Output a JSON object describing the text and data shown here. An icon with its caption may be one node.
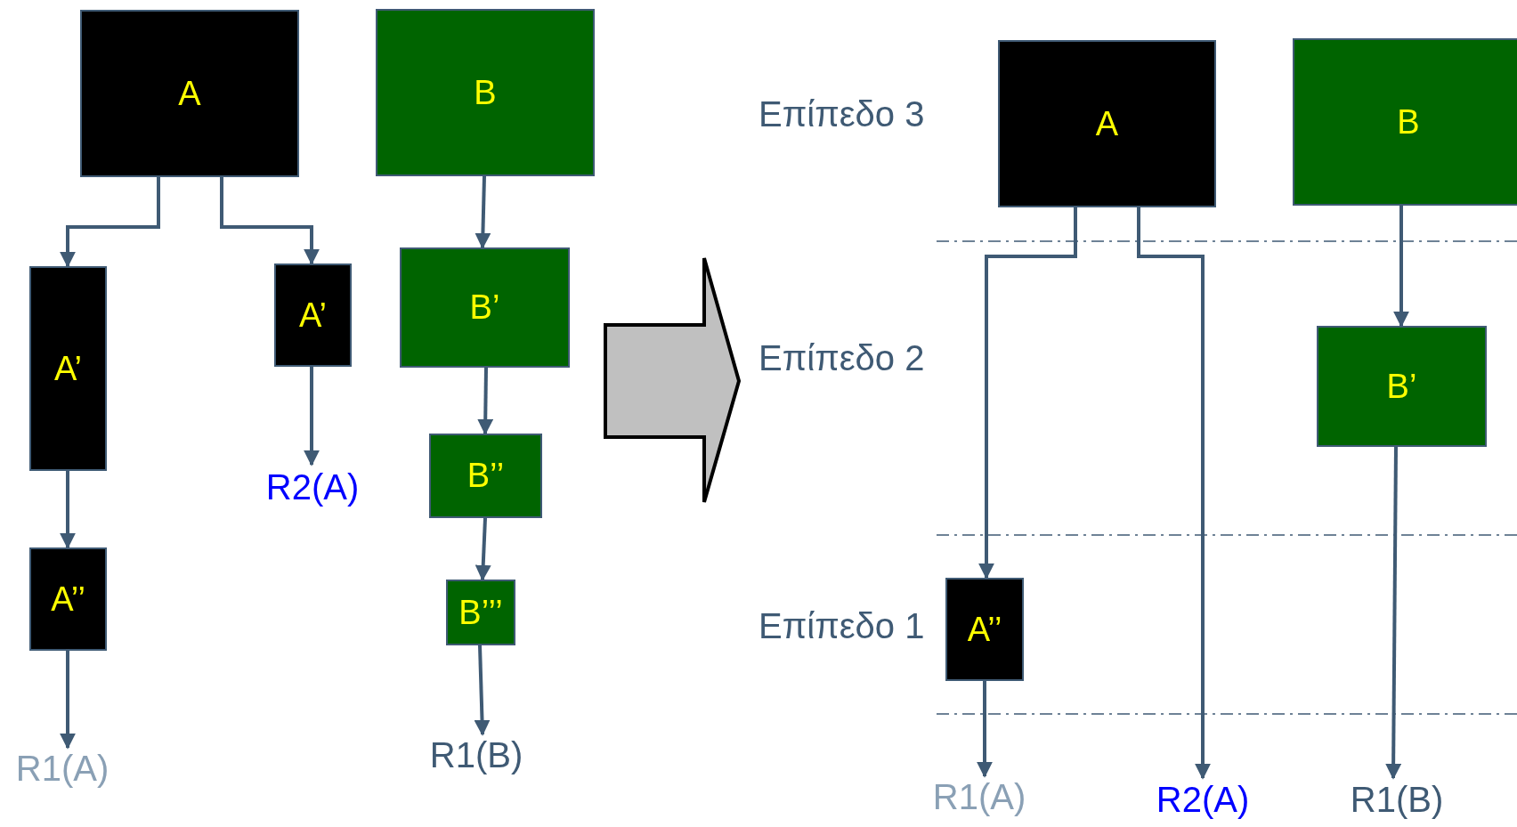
{
  "diagram": {
    "nodes": [
      {
        "text": [
          "A"
        ]
      },
      {
        "text": [
          "B"
        ]
      },
      {
        "text": [
          "A’"
        ]
      },
      {
        "text": [
          "A’"
        ]
      },
      {
        "text": [
          "B’"
        ]
      },
      {
        "text": [
          "A’’"
        ]
      },
      {
        "text": [
          "R2(A)"
        ]
      },
      {
        "text": [
          "B’’"
        ]
      },
      {
        "text": [
          "B’’’"
        ]
      },
      {
        "text": [
          "R1(A)"
        ]
      },
      {
        "text": [
          "R1(B)"
        ]
      },
      {
        "text": [
          "A"
        ]
      },
      {
        "text": [
          "B"
        ]
      },
      {
        "text": [
          "B’"
        ]
      },
      {
        "text": [
          "A’’"
        ]
      },
      {
        "text": [
          "R1(A)"
        ]
      },
      {
        "text": [
          "R2(A)"
        ]
      },
      {
        "text": [
          "R1(B)"
        ]
      }
    ],
    "edges": [
      {
        "from": 0,
        "to": 2,
        "arrow": "to"
      },
      {
        "from": 0,
        "to": 3,
        "arrow": "to"
      },
      {
        "from": 1,
        "to": 4,
        "arrow": "to"
      },
      {
        "from": 2,
        "to": 5,
        "arrow": "to"
      },
      {
        "from": 3,
        "to": 6,
        "arrow": "to"
      },
      {
        "from": 4,
        "to": 7,
        "arrow": "to"
      },
      {
        "from": 7,
        "to": 8,
        "arrow": "to"
      },
      {
        "from": 5,
        "to": 9,
        "arrow": "to"
      },
      {
        "from": 8,
        "to": 10,
        "arrow": "to"
      },
      {
        "from": 11,
        "to": 14,
        "arrow": "to"
      },
      {
        "from": 11,
        "to": 16,
        "arrow": "to"
      },
      {
        "from": 12,
        "to": 13,
        "arrow": "to"
      },
      {
        "from": 14,
        "to": 15,
        "arrow": "to"
      },
      {
        "from": 13,
        "to": 17,
        "arrow": "to"
      }
    ],
    "labels": [
      "Επίπεδο 3",
      "Επίπεδο 2",
      "Επίπεδο 1"
    ]
  }
}
